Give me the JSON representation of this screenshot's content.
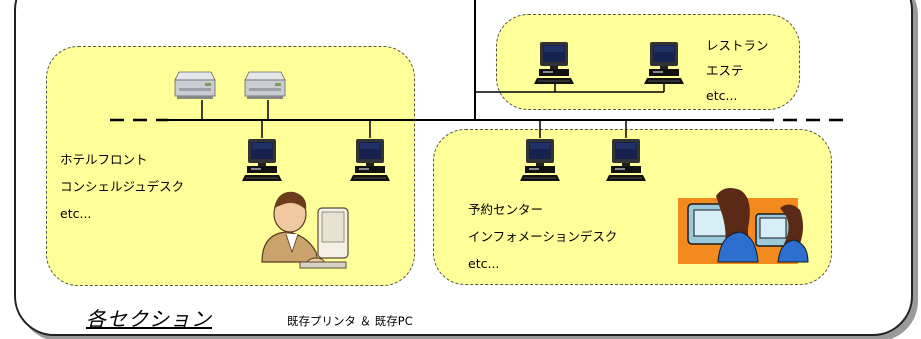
{
  "zones": {
    "hotel": {
      "lines": [
        "ホテルフロント",
        "コンシェルジュデスク",
        "etc..."
      ]
    },
    "restaurant": {
      "lines": [
        "レストラン",
        "エステ",
        "etc..."
      ]
    },
    "reservation": {
      "lines": [
        "予約センター",
        "インフォメーションデスク",
        "etc..."
      ]
    }
  },
  "footer": {
    "section_label": "各セクション",
    "caption": "既存プリンタ ＆ 既存PC"
  },
  "icons": [
    "printer-icon",
    "desktop-pc-icon",
    "office-worker-clipart",
    "people-at-computers-clipart"
  ],
  "colors": {
    "zone_fill": "#ffff99",
    "frame_border": "#222222",
    "network_line": "#000000"
  }
}
